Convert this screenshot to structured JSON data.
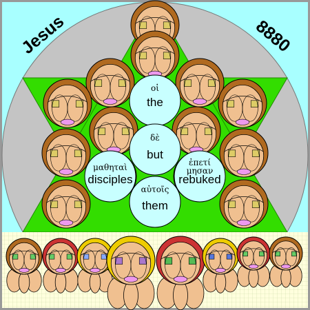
{
  "header": {
    "left_title": "Jesus",
    "right_number": "8880"
  },
  "words": [
    {
      "greek": "οἱ",
      "english": "the"
    },
    {
      "greek": "δὲ",
      "english": "but"
    },
    {
      "greek": "μαθηταὶ",
      "english": "disciples"
    },
    {
      "greek": "ἐπετί μησαν",
      "english": "rebuked"
    },
    {
      "greek": "αὐτοῖς",
      "english": "them"
    }
  ],
  "colors": {
    "frame": "#999999",
    "sky": "#a8ffff",
    "disc": "#c4c4c4",
    "triangle": "#33dd00",
    "word_circle": "#c8ffff",
    "face": "#f0c090",
    "hair": "#b06a20",
    "ground": "#ffffdd"
  }
}
